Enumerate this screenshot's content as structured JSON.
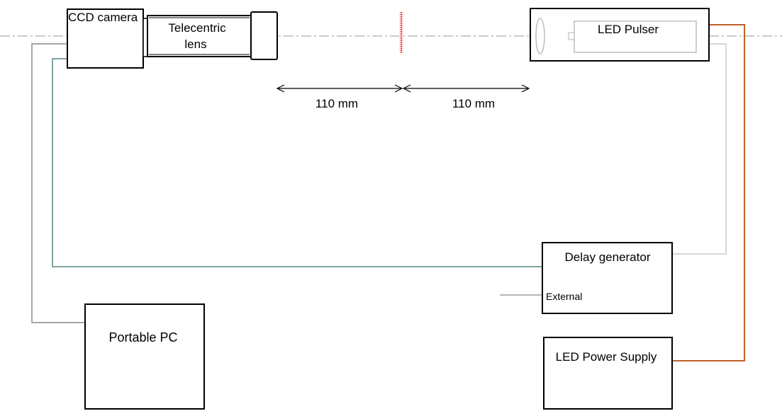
{
  "labels": {
    "ccd_camera": "CCD camera",
    "telecentric_line1": "Telecentric",
    "telecentric_line2": "lens",
    "led_pulser": "LED Pulser",
    "distance_left": "110 mm",
    "distance_right": "110 mm",
    "delay_generator": "Delay generator",
    "external": "External",
    "portable_pc": "Portable PC",
    "led_power_supply": "LED Power Supply"
  },
  "colors": {
    "outline": "#000000",
    "optical_axis": "#9a9a9a",
    "pc_cable": "#a6a6a6",
    "trigger_cable": "#7fa3a3",
    "pulser_cable": "#c8c8c8",
    "external_input": "#8c8c8c",
    "power_cable": "#c0602a",
    "target": "#e01818",
    "pulser_inner": "#bdbdbd"
  }
}
